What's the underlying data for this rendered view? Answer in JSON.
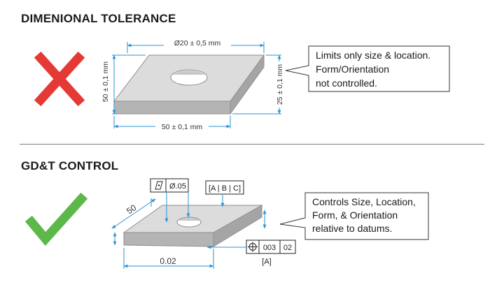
{
  "section1": {
    "title": "DIMENIONAL TOLERANCE",
    "status_icon": "red-x-icon",
    "dims": {
      "top": "Ø20 ± 0,5 mm",
      "left": "50 ± 0,1 mm",
      "right": "25 ± 0,1 mm",
      "bottom": "50 ± 0,1 mm"
    },
    "callout": [
      "Limits only size & location.",
      "Form/Orientation",
      "not controlled."
    ]
  },
  "section2": {
    "title": "GD&T CONTROL",
    "status_icon": "green-check-icon",
    "dims": {
      "side": "50",
      "bottom": "0.02"
    },
    "flatness_frame": {
      "symbol": "flatness-icon",
      "value": "Ø.05"
    },
    "datum_frame": {
      "text": "[A | B | C]"
    },
    "position_frame": {
      "symbol": "position-icon",
      "value": "003",
      "datum": "02",
      "label": "[A]"
    },
    "callout": [
      "Controls Size, Location,",
      "Form, & Orientation",
      "relative to datums."
    ]
  },
  "colors": {
    "dimension_line": "#2a93d5",
    "red_x": "#e53935",
    "green_check": "#5cb848",
    "plate_top": "#dcdcdc",
    "plate_side": "#b4b4b4"
  }
}
